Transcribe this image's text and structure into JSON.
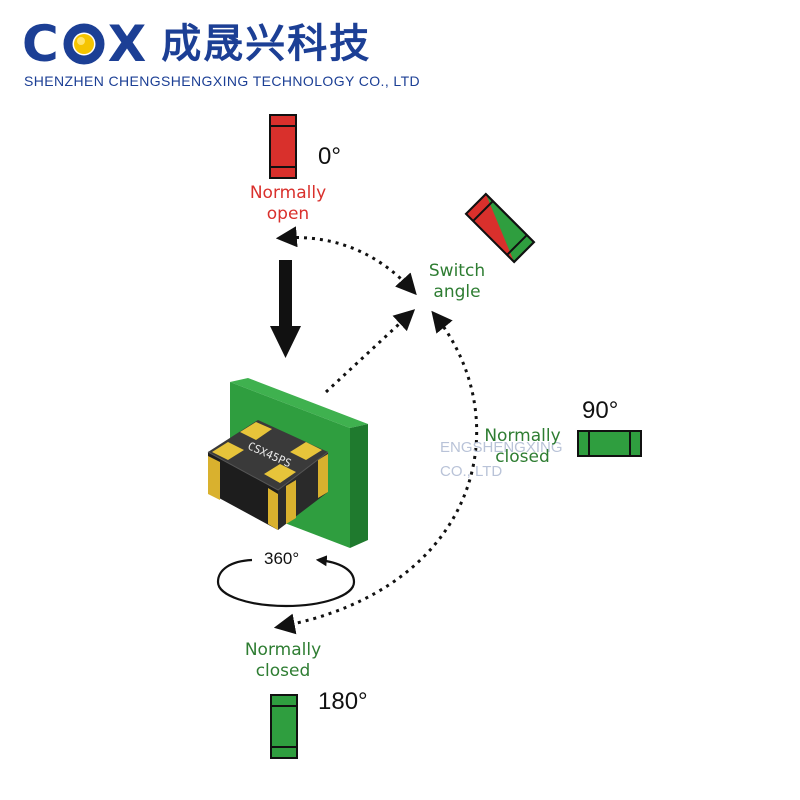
{
  "header": {
    "logo_c": "C",
    "logo_x": "X",
    "logo_cn": "成晟兴科技",
    "company": "SHENZHEN CHENGSHENGXING TECHNOLOGY CO., LTD"
  },
  "diagram": {
    "chip_label": "CSX45PS",
    "states": {
      "deg0": "0°",
      "deg0_label_1": "Normally",
      "deg0_label_2": "open",
      "switch_1": "Switch",
      "switch_2": "angle",
      "deg90": "90°",
      "deg90_label_1": "Normally",
      "deg90_label_2": "closed",
      "deg180": "180°",
      "deg180_label_1": "Normally",
      "deg180_label_2": "closed",
      "rotation": "360°"
    },
    "watermark_1": "ENGSHENGXING",
    "watermark_2": "CO., LTD"
  },
  "colors": {
    "brand_blue": "#1c3f95",
    "logo_yellow": "#f5c400",
    "red_state": "#d9302c",
    "green_state": "#2e7d32",
    "pcb_green": "#2f9e3f"
  }
}
